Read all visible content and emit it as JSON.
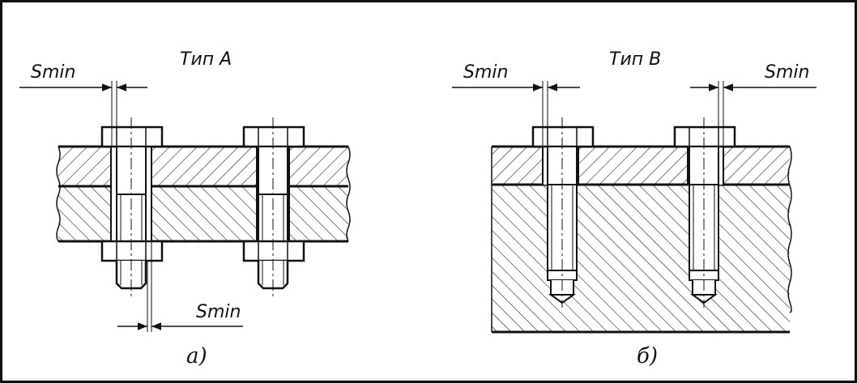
{
  "diagram": {
    "left": {
      "title": "Тип А",
      "caption": "а)",
      "gap_label_top": "Smin",
      "gap_label_bottom": "Smin"
    },
    "right": {
      "title": "Тип В",
      "caption": "б)",
      "gap_label_left": "Smin",
      "gap_label_right": "Smin"
    }
  }
}
